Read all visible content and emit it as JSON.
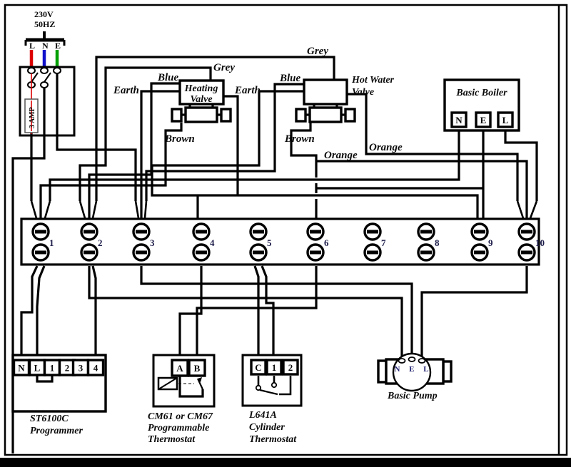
{
  "supply": {
    "voltage": "230V",
    "frequency": "50HZ",
    "terminals": [
      "L",
      "N",
      "E"
    ],
    "fuse_label": "3 AMP"
  },
  "wire_labels": {
    "grey_top": "Grey",
    "grey_inner": "Grey",
    "blue_heating": "Blue",
    "blue_hotwater": "Blue",
    "earth_heating": "Earth",
    "earth_hotwater": "Earth",
    "brown_heating": "Brown",
    "brown_hotwater": "Brown",
    "orange_right": "Orange",
    "orange_left": "Orange"
  },
  "heating_valve": {
    "line1": "Heating",
    "line2": "Valve"
  },
  "hot_water_valve": {
    "line1": "Hot Water",
    "line2": "Valve"
  },
  "boiler": {
    "label": "Basic Boiler",
    "terminals": [
      "N",
      "E",
      "L"
    ]
  },
  "terminal_strip": {
    "numbers": [
      "1",
      "2",
      "3",
      "4",
      "5",
      "6",
      "7",
      "8",
      "9",
      "10"
    ]
  },
  "programmer": {
    "terminals": [
      "N",
      "L",
      "1",
      "2",
      "3",
      "4"
    ],
    "label_line1": "ST6100C",
    "label_line2": "Programmer"
  },
  "room_thermostat": {
    "terminals": [
      "A",
      "B"
    ],
    "label_line1": "CM61 or CM67",
    "label_line2": "Programmable",
    "label_line3": "Thermostat"
  },
  "cylinder_thermostat": {
    "terminals": [
      "C",
      "1",
      "2"
    ],
    "label_line1": "L641A",
    "label_line2": "Cylinder",
    "label_line3": "Thermostat"
  },
  "pump": {
    "label": "Basic Pump",
    "terminals_text": "N E L"
  },
  "colors": {
    "live": "#dd0000",
    "neutral": "#1111cc",
    "earth": "#00a000",
    "wire": "#000000"
  }
}
